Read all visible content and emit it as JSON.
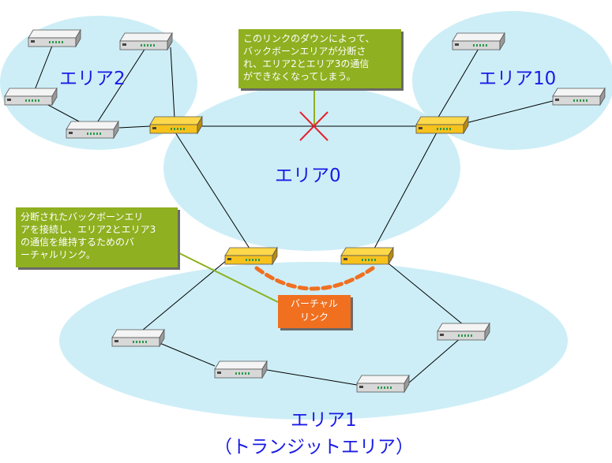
{
  "areas": {
    "area2": "エリア2",
    "area10": "エリア10",
    "area0": "エリア0",
    "area1_line1": "エリア1",
    "area1_line2": "（トランジットエリア）"
  },
  "callouts": {
    "backbone_down": "このリンクのダウンによって、\nバックボーンエリアが分断さ\nれ、エリア2とエリア3の通信\nができなくなってしまう。",
    "virtual_link_note": "分断されたバックボーンエリ\nアを接続し、エリア2とエリア3\nの通信を維持するためのバ\nーチャルリンク。"
  },
  "virtual_link": {
    "line1": "バーチャル",
    "line2": "リンク"
  },
  "colors": {
    "area_fill": "#cdeef7",
    "router_gold": "#f7c21c",
    "router_gray": "#e3e3e3",
    "callout_green": "#8fb020",
    "virtual_link_orange": "#f07020",
    "cross_red": "#e6202a",
    "area_label_blue": "#1a1ae6"
  }
}
